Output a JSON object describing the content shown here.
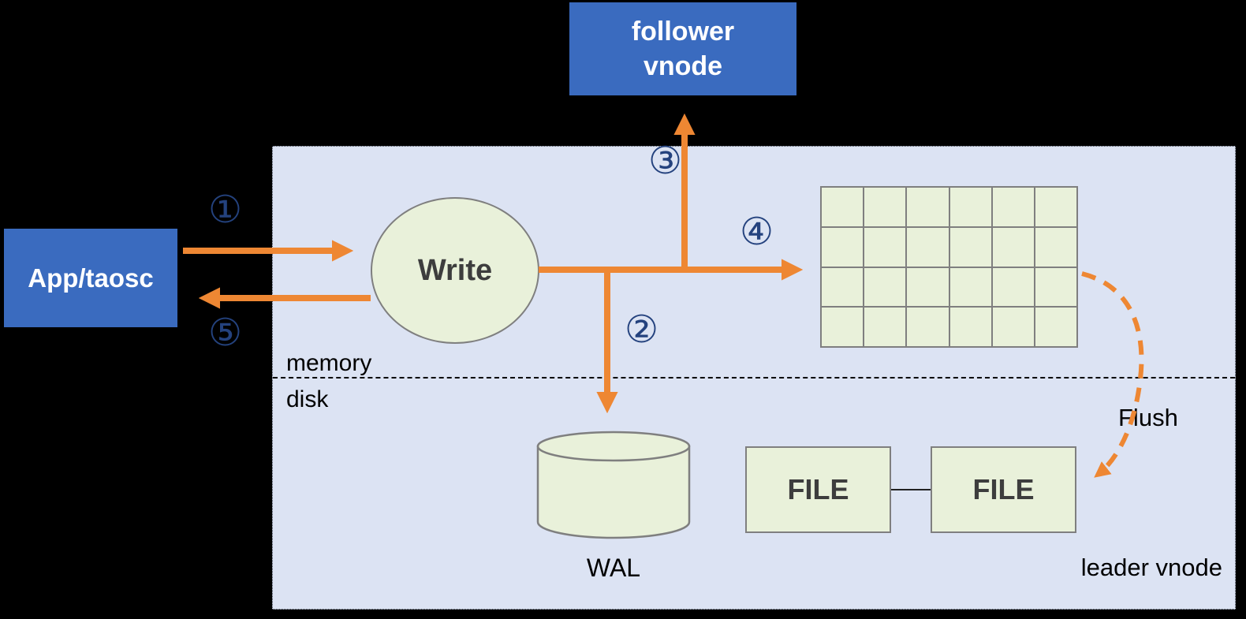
{
  "colors": {
    "background": "#000000",
    "vnode_box": "#dce3f3",
    "blue_node": "#3a6bbf",
    "green_node": "#e9f1da",
    "node_border": "#7f7f7f",
    "arrow": "#ee8733",
    "number": "#24427e",
    "text_dark": "#3d3d3d"
  },
  "nodes": {
    "app": {
      "label": "App/taosc"
    },
    "follower": {
      "label": "follower vnode"
    },
    "write": {
      "label": "Write"
    },
    "wal": {
      "label": "WAL"
    },
    "file1": {
      "label": "FILE"
    },
    "file2": {
      "label": "FILE"
    }
  },
  "labels": {
    "memory": "memory",
    "disk": "disk",
    "flush": "Flush",
    "leader": "leader vnode"
  },
  "steps": {
    "s1": "①",
    "s2": "②",
    "s3": "③",
    "s4": "④",
    "s5": "⑤"
  },
  "memtable": {
    "rows": 4,
    "cols": 6
  }
}
